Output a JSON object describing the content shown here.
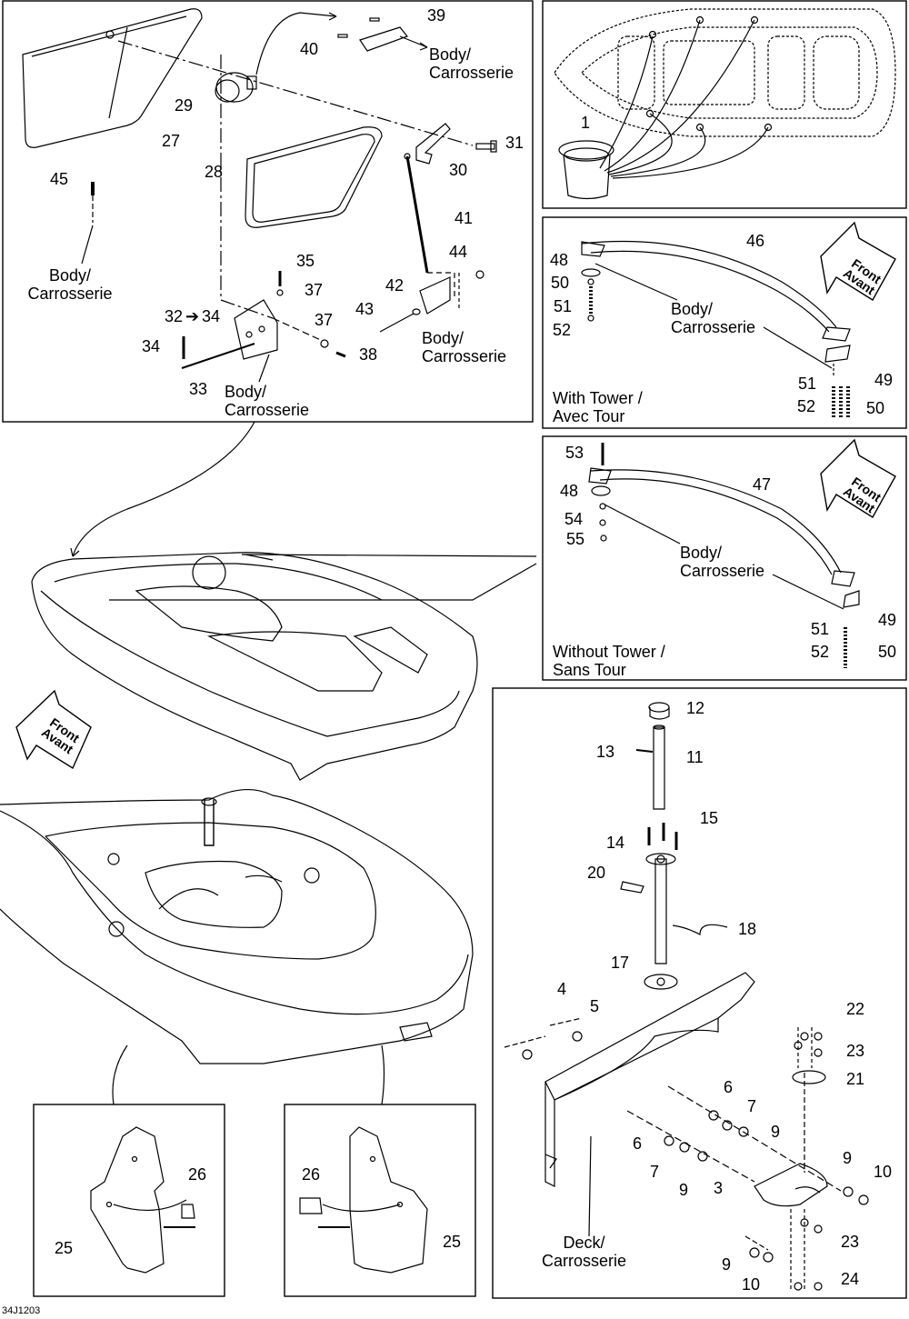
{
  "labels": {
    "n1": "1",
    "n3": "3",
    "n4": "4",
    "n5": "5",
    "n6a": "6",
    "n6b": "6",
    "n7a": "7",
    "n7b": "7",
    "n9a": "9",
    "n9b": "9",
    "n9c": "9",
    "n9d": "9",
    "n10a": "10",
    "n10b": "10",
    "n11": "11",
    "n12": "12",
    "n13": "13",
    "n14": "14",
    "n15": "15",
    "n17": "17",
    "n18": "18",
    "n20": "20",
    "n21": "21",
    "n22": "22",
    "n23a": "23",
    "n23b": "23",
    "n24": "24",
    "n25a": "25",
    "n25b": "25",
    "n26a": "26",
    "n26b": "26",
    "n27": "27",
    "n28": "28",
    "n29": "29",
    "n30": "30",
    "n31": "31",
    "n32": "32",
    "n33": "33",
    "n34a": "34",
    "n34b": "34",
    "n35": "35",
    "n37a": "37",
    "n37b": "37",
    "n38": "38",
    "n39": "39",
    "n40": "40",
    "n41": "41",
    "n42": "42",
    "n43": "43",
    "n44": "44",
    "n45": "45",
    "n46": "46",
    "n47": "47",
    "n48a": "48",
    "n48b": "48",
    "n49a": "49",
    "n49b": "49",
    "n50a": "50",
    "n50b": "50",
    "n50c": "50",
    "n51a": "51",
    "n51b": "51",
    "n51c": "51",
    "n52a": "52",
    "n52b": "52",
    "n52c": "52",
    "n53": "53",
    "n54": "54",
    "n55": "55"
  },
  "callouts": {
    "body_en": "Body/",
    "body_fr": "Carrosserie",
    "deck_en": "Deck/",
    "deck_fr": "Carrosserie",
    "with_tower_en": "With Tower /",
    "with_tower_fr": "Avec Tour",
    "without_tower_en": "Without Tower /",
    "without_tower_fr": "Sans Tour",
    "front_en": "Front",
    "front_fr": "Avant",
    "arrow_ref": "➔"
  },
  "diagram_code": "34J1203"
}
